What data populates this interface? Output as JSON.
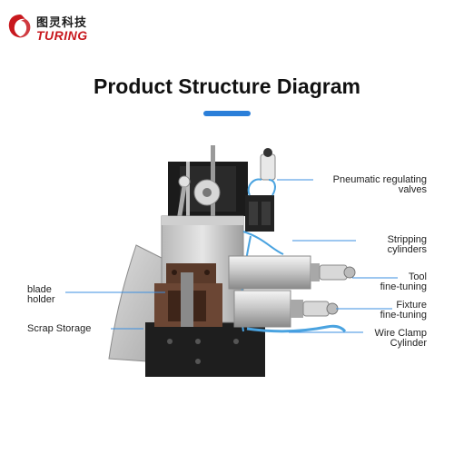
{
  "brand": {
    "name_cn": "图灵科技",
    "name_en": "TURING",
    "logo_color": "#c8181e"
  },
  "title": "Product Structure Diagram",
  "accent_color": "#2b7fd9",
  "labels": {
    "pneumatic_valves": [
      "Pneumatic regulating",
      "valves"
    ],
    "stripping_cylinders": [
      "Stripping",
      "cylinders"
    ],
    "tool_fine_tuning": [
      "Tool",
      "fine-tuning"
    ],
    "fixture_fine_tuning": [
      "Fixture",
      "fine-tuning"
    ],
    "wire_clamp_cylinder": [
      "Wire Clamp",
      "Cylinder"
    ],
    "blade_holder": [
      "blade",
      "holder"
    ],
    "scrap_storage": "Scrap Storage"
  }
}
